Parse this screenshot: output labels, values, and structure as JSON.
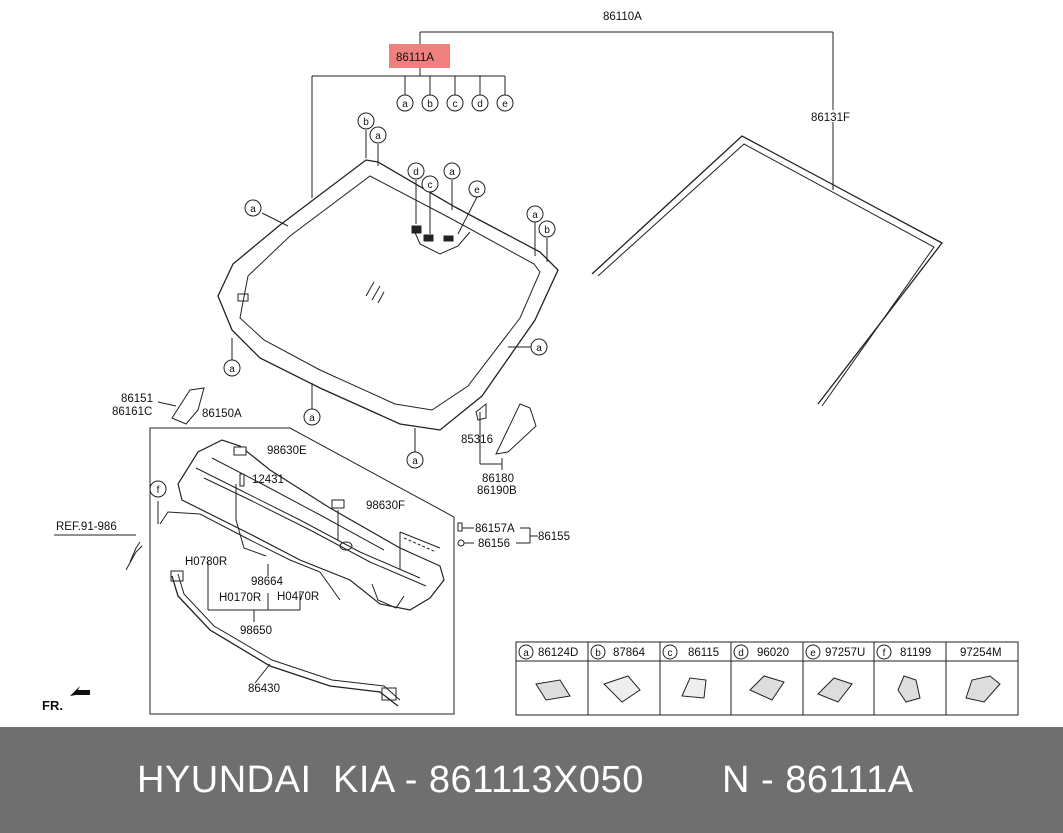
{
  "parts": {
    "assy_86110A": "86110A",
    "glass_86111A": "86111A",
    "molding_86131F": "86131F",
    "cover_86151": "86151",
    "cover_86161C": "86161C",
    "cowl_86150A": "86150A",
    "nozzle_98630E": "98630E",
    "bolt_12431": "12431",
    "nozzle_98630F": "98630F",
    "clip_86157A": "86157A",
    "clip_86156": "86156",
    "clip_86155": "86155",
    "ref": "REF.91-986",
    "hose_H0780R": "H0780R",
    "hose_98664": "98664",
    "hose_H0170R": "H0170R",
    "hose_H0470R": "H0470R",
    "hose_98650": "98650",
    "seal_86430": "86430",
    "screw_85316": "85316",
    "trim_86180": "86180",
    "trim_86190B": "86190B",
    "front_indicator": "FR."
  },
  "callouts": {
    "a": "a",
    "b": "b",
    "c": "c",
    "d": "d",
    "e": "e",
    "f": "f"
  },
  "legend": [
    {
      "letter": "a",
      "part": "86124D"
    },
    {
      "letter": "b",
      "part": "87864"
    },
    {
      "letter": "c",
      "part": "86115"
    },
    {
      "letter": "d",
      "part": "96020"
    },
    {
      "letter": "e",
      "part": "97257U"
    },
    {
      "letter": "f",
      "part": "81199"
    },
    {
      "letter": "",
      "part": "97254M"
    }
  ],
  "banner": {
    "brand": "HYUNDAI",
    "oem": "KIA - 861113X050",
    "number": "N - 86111A"
  },
  "colors": {
    "highlight": "#f08080",
    "banner_bg": "#6f6f6f",
    "banner_text": "#ffffff"
  }
}
